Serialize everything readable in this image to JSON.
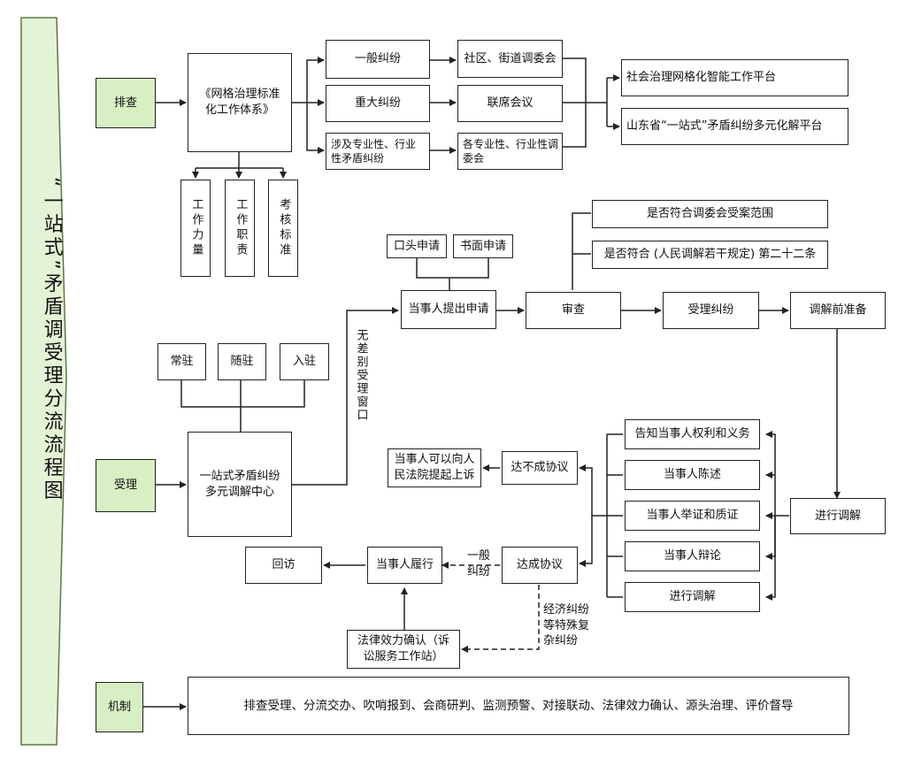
{
  "title": "“一站式”矛盾调受理分流流程图",
  "phases": {
    "screening": "排查",
    "acceptance": "受理",
    "mechanism": "机制"
  },
  "screening": {
    "system": "《网格治理标准化工作体系》",
    "supports": [
      "工作力量",
      "工作职责",
      "考核标准"
    ],
    "disputes": {
      "general": "一般纠纷",
      "major": "重大纠纷",
      "professional": "涉及专业性、行业性矛盾纠纷"
    },
    "handlers": {
      "general": "社区、街道调委会",
      "major": "联席会议",
      "professional": "各专业性、行业性调委会"
    },
    "platforms": [
      "社会治理网格化智能工作平台",
      "山东省“一站式”矛盾纠纷多元化解平台"
    ]
  },
  "acceptance": {
    "stations": [
      "常驻",
      "随驻",
      "入驻"
    ],
    "center": "一站式矛盾纠纷多元调解中心",
    "window_label": "无差别受理窗口",
    "apply_modes": [
      "口头申请",
      "书面申请"
    ],
    "apply": "当事人提出申请",
    "review": "审查",
    "review_criteria": [
      "是否符合调委会受案范围",
      "是否符合 (人民调解若干规定) 第二十二条"
    ],
    "accept": "受理纠纷",
    "prepare": "调解前准备",
    "mediate": "进行调解",
    "steps": [
      "告知当事人权利和义务",
      "当事人陈述",
      "当事人举证和质证",
      "当事人辩论",
      "进行调解"
    ],
    "no_agreement": "达不成协议",
    "lawsuit": "当事人可以向人民法院提起上诉",
    "agreement": "达成协议",
    "general_label": "一般纠纷",
    "special_label": "经济纠纷等特殊复杂纠纷",
    "perform": "当事人履行",
    "revisit": "回访",
    "confirm": "法律效力确认（诉讼服务工作站）"
  },
  "mechanism": {
    "content": "排查受理、分流交办、吹哨报到、会商研判、监测预警、对接联动、法律效力确认、源头治理、评价督导"
  }
}
